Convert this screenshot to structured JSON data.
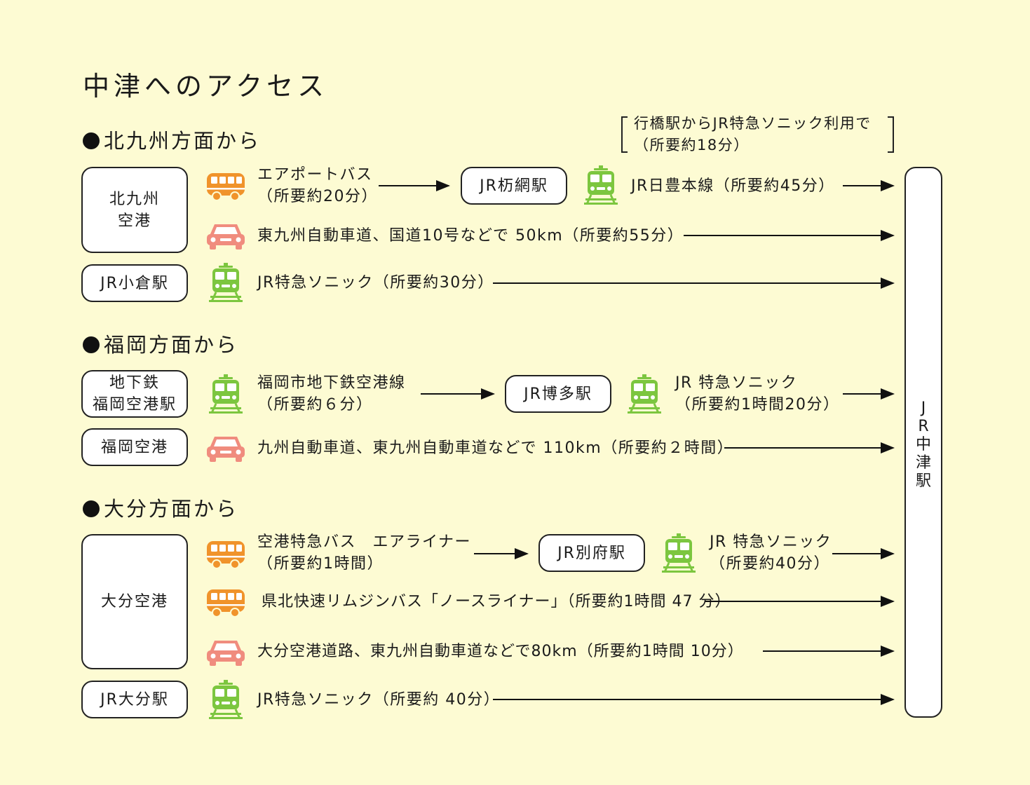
{
  "title": "中津へのアクセス",
  "sections": {
    "kitakyushu": "北九州方面から",
    "fukuoka": "福岡方面から",
    "oita": "大分方面から"
  },
  "note": "行橋駅からJR特急ソニック利用で\n（所要約18分）",
  "destination": "J\nR\n中\n津\n駅",
  "origins": {
    "kitakyushu_airport": "北九州\n空港",
    "kokura": "JR小倉駅",
    "fukuoka_subway": "地下鉄\n福岡空港駅",
    "fukuoka_airport": "福岡空港",
    "oita_airport": "大分空港",
    "oita_station": "JR大分駅"
  },
  "transfers": {
    "kutsukake": "JR杤網駅",
    "hakata": "JR博多駅",
    "beppu": "JR別府駅"
  },
  "routes": {
    "k1a": "エアポートバス\n（所要約20分）",
    "k1b": "JR日豊本線（所要約45分）",
    "k2": "東九州自動車道、国道10号などで 50km（所要約55分）",
    "k3": "JR特急ソニック（所要約30分）",
    "f1a": "福岡市地下鉄空港線\n（所要約６分）",
    "f1b": "JR 特急ソニック\n（所要約1時間20分）",
    "f2": "九州自動車道、東九州自動車道などで 110km（所要約２時間）",
    "o1a": "空港特急バス　エアライナー\n（所要約1時間）",
    "o1b": "JR 特急ソニック\n（所要約40分）",
    "o2": "県北快速リムジンバス「ノースライナー」（所要約1時間 47 分）",
    "o3": "大分空港道路、東九州自動車道などで80km（所要約1時間 10分）",
    "o4": "JR特急ソニック（所要約 40分）"
  },
  "icons": {
    "bus": "bus-icon",
    "car": "car-icon",
    "train": "train-icon"
  },
  "colors": {
    "background": "#fdfbd3",
    "bus": "#f0932b",
    "car": "#f08c7e",
    "train": "#7cc63f"
  }
}
